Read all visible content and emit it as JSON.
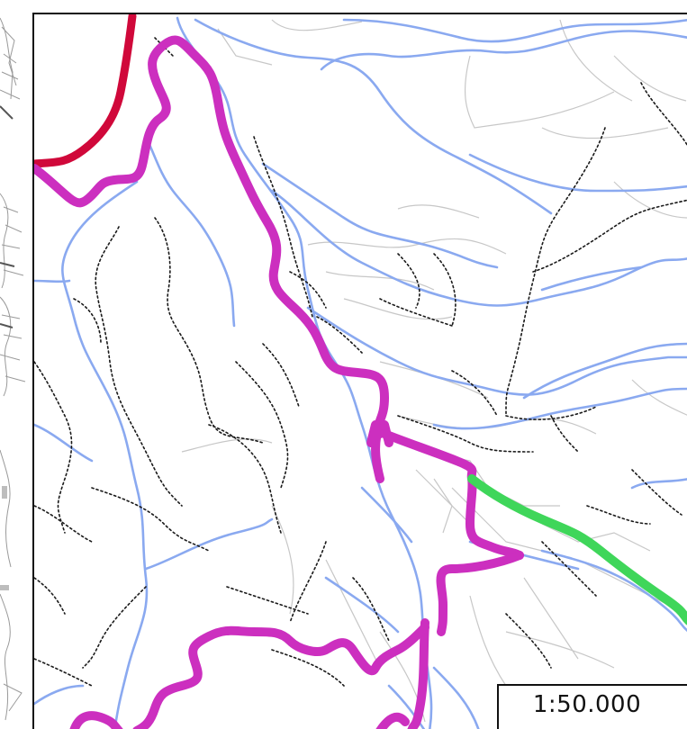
{
  "map": {
    "scale_label": "1:50.000",
    "colors": {
      "river": "#8aa9f0",
      "road": "#c7c7c7",
      "trail": "#1a1a1a",
      "route_main": "#cc2fbf",
      "route_red": "#d0083a",
      "route_green": "#3fd65a",
      "frame": "#111111"
    },
    "layers": [
      "rivers",
      "minor-roads",
      "trails",
      "route-magenta",
      "route-red",
      "route-green"
    ]
  }
}
